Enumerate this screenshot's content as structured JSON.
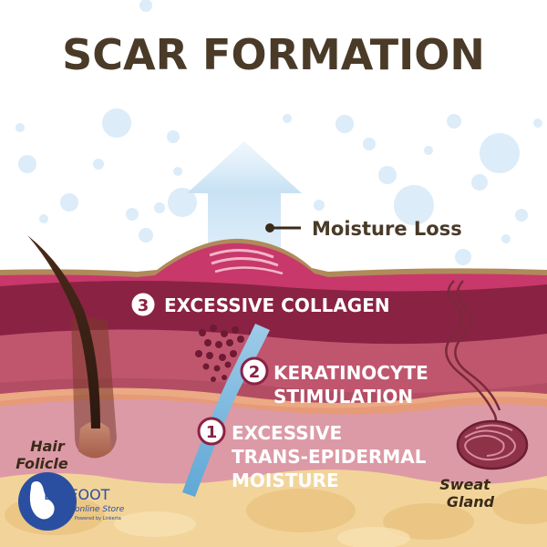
{
  "title": "SCAR FORMATION",
  "moisture_label": "Moisture Loss",
  "steps": [
    {
      "num": "3",
      "lines": [
        "EXCESSIVE COLLAGEN"
      ]
    },
    {
      "num": "2",
      "lines": [
        "KERATINOCYTE",
        "STIMULATION"
      ]
    },
    {
      "num": "1",
      "lines": [
        "EXCESSIVE",
        "TRANS-EPIDERMAL",
        "MOISTURE"
      ]
    }
  ],
  "labels": {
    "hair_line1": "Hair",
    "hair_line2": "Folicle",
    "sweat_line1": "Sweat",
    "sweat_line2": "Gland"
  },
  "logo": {
    "name": "BIOFOOT",
    "tagline": "online Store",
    "powered": "Powered by Linkerta"
  },
  "colors": {
    "title": "#4a3a28",
    "bubble": "#dcecf8",
    "arrow": "#c8e2f4",
    "collagen": "#8a2244",
    "keratinocyte": "#c0566e",
    "moisture_layer": "#dc9aa6",
    "fat": "#f2d49a",
    "badge_stroke": "#8a2244",
    "logo_blue": "#2a4fa0"
  }
}
